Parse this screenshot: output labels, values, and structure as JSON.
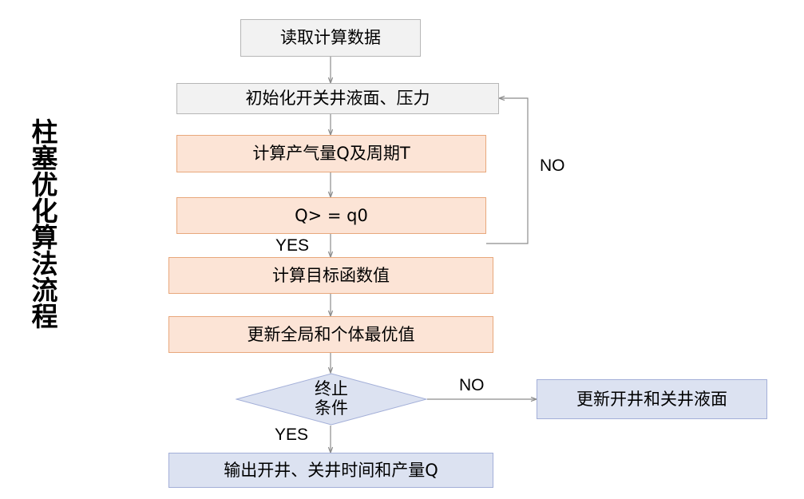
{
  "title": {
    "vertical_text": "柱塞优化算法流程"
  },
  "colors": {
    "gray_fill": "#F2F2F2",
    "gray_border": "#B6B6B6",
    "orange_fill": "#FCE4D6",
    "orange_border": "#E8A87C",
    "blue_fill": "#DCE2F1",
    "blue_border": "#A3AFD8",
    "connector": "#8C8C8C",
    "text": "#000000"
  },
  "nodes": {
    "read_data": "读取计算数据",
    "init": "初始化开关井液面、压力",
    "calc_q_t": "计算产气量Q及周期T",
    "condition_q": "Q> = q0",
    "objective": "计算目标函数值",
    "update_best": "更新全局和个体最优值",
    "terminate": "终止\n条件",
    "update_levels": "更新开井和关井液面",
    "output": "输出开井、关井时间和产量Q"
  },
  "edge_labels": {
    "no_loop_q": "NO",
    "yes_q": "YES",
    "no_terminate": "NO",
    "yes_terminate": "YES"
  }
}
